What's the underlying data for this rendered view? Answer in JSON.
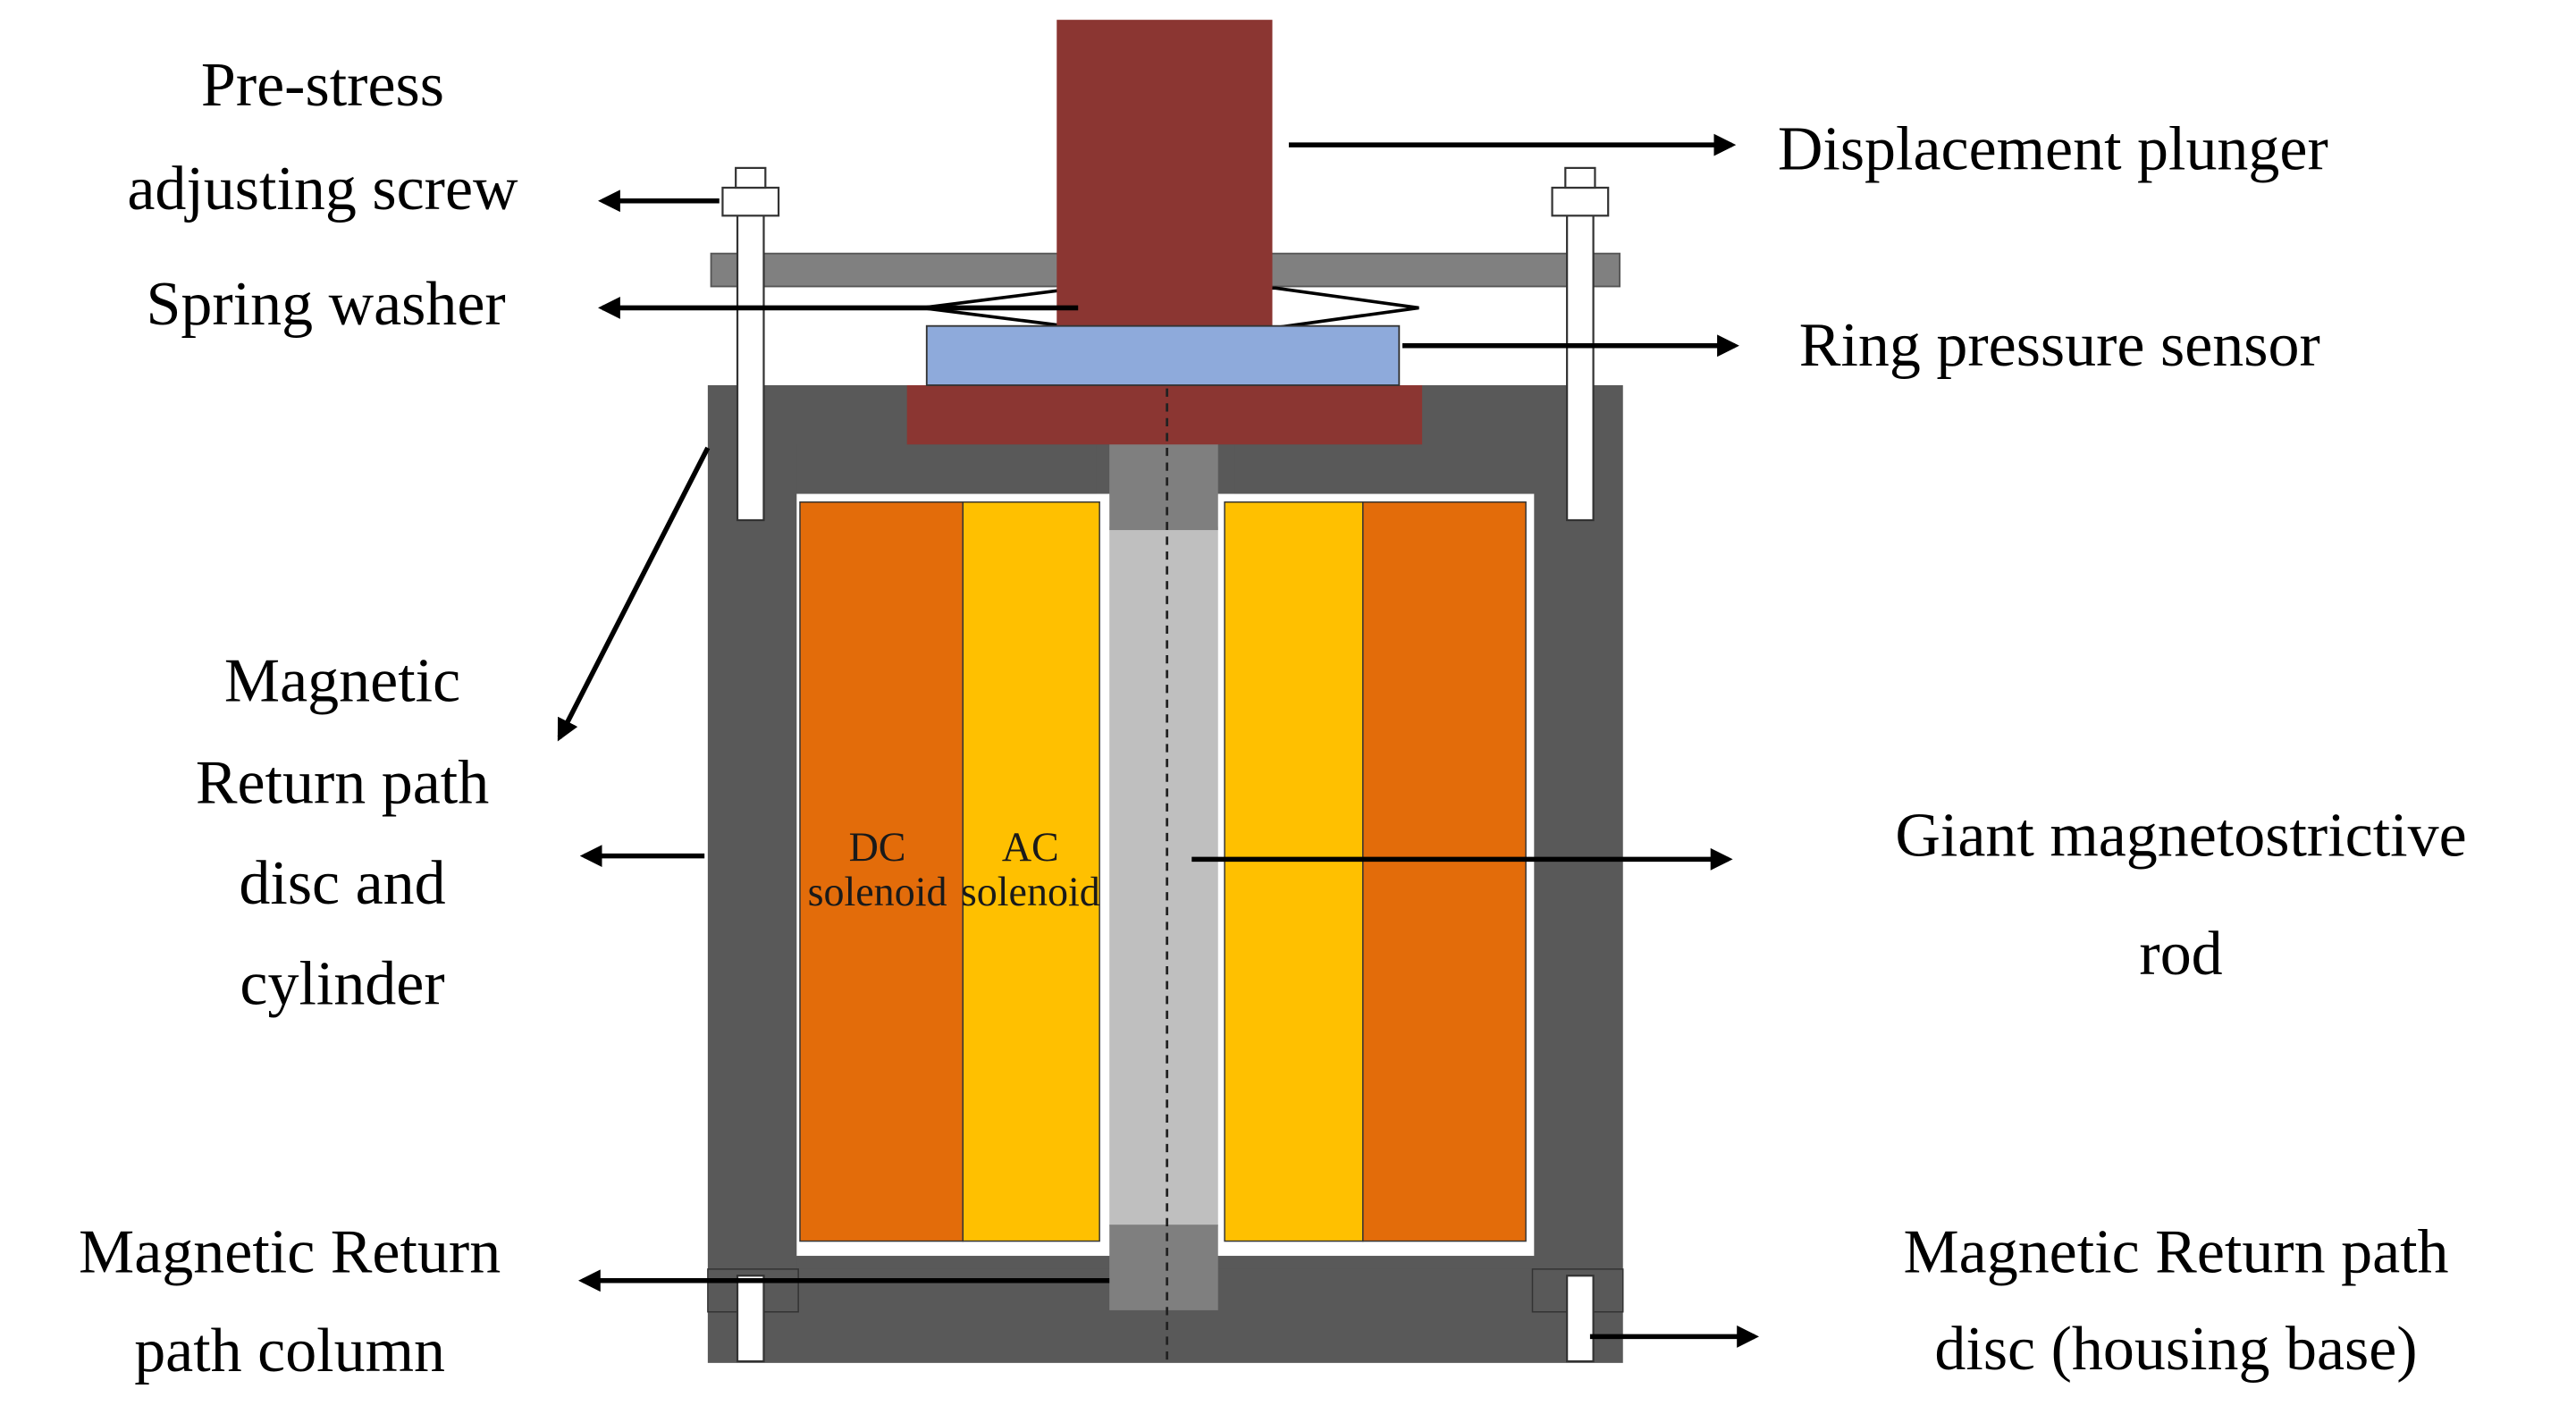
{
  "labels": {
    "prestress_line1": "Pre-stress",
    "prestress_line2": "adjusting screw",
    "spring_washer": "Spring washer",
    "mrp_disc_cyl_line1": "Magnetic",
    "mrp_disc_cyl_line2": "Return path",
    "mrp_disc_cyl_line3": "disc and",
    "mrp_disc_cyl_line4": "cylinder",
    "mrp_column_line1": "Magnetic Return",
    "mrp_column_line2": "path column",
    "displacement_plunger": "Displacement plunger",
    "ring_pressure_sensor": "Ring pressure sensor",
    "gmr_line1": "Giant magnetostrictive",
    "gmr_line2": "rod",
    "base_line1": "Magnetic Return path",
    "base_line2": "disc (housing base)",
    "dc_line1": "DC",
    "dc_line2": "solenoid",
    "ac_line1": "AC",
    "ac_line2": "solenoid"
  },
  "colors": {
    "plunger": "#8b3632",
    "sensor": "#8eaadb",
    "housing": "#595959",
    "plate": "#808080",
    "dc_solenoid": "#e36c0a",
    "ac_solenoid": "#ffc000",
    "rod": "#bfbfbf",
    "column": "#7f7f7f",
    "bolt": "#ffffff",
    "arrow": "#000000"
  }
}
